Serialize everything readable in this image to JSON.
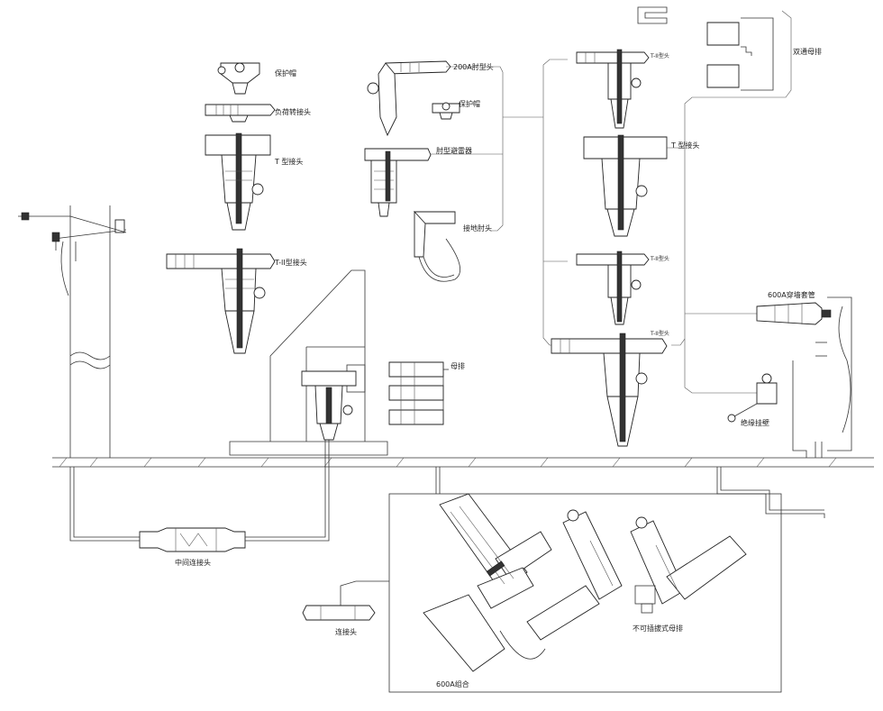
{
  "labels": {
    "protective_cap_1": "保护帽",
    "load_adapter": "负荷转接头",
    "t_connector_1": "T 型接头",
    "t2_connector_left": "T-II型接头",
    "elbow_200a": "200A肘型头",
    "protective_cap_2": "保护帽",
    "elbow_arrester": "肘型避雷器",
    "grounding_elbow": "接地肘头",
    "t2_small_1": "T-II型头",
    "t_connector_2": "T 型接头",
    "t2_small_2": "T-II型头",
    "t2_small_3": "T-II型头",
    "double_busbar": "双通母排",
    "bushing_600a": "600A穿墙套管",
    "insulated_wall": "绝缘挂壁",
    "busbar": "母排",
    "middle_joint": "中间连接头",
    "connector": "连接头",
    "combo_600a": "600A组合",
    "non_pluggable_busbar": "不可插拔式母排"
  }
}
